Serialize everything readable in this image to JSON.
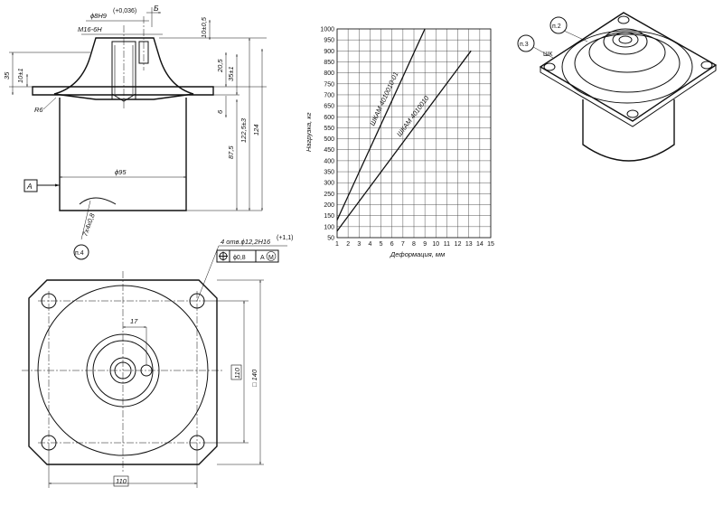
{
  "drawing": {
    "side_view": {
      "dims": {
        "phi8": "ϕ8H9",
        "phi8_tol": "(+0,036)",
        "b_label": "Б",
        "m16": "М16-6Н",
        "d35": "35",
        "d10_left": "10±1",
        "d10_top": "10±0,5",
        "d205": "20,5",
        "d35r": "35±1",
        "d6": "6",
        "d875": "87,5",
        "d1225": "122,5±3",
        "d124": "124",
        "r6": "R6",
        "phi95": "ϕ95",
        "a_label": "А",
        "bottom_mark": "7х4х0,8",
        "callout_p4": "п.4"
      }
    },
    "top_view": {
      "note_main": "4 отв.ϕ12,2Н16",
      "note_sup": "(+1,1)",
      "frame_tol": "ϕ0,8",
      "frame_ref": "А",
      "frame_mod": "M",
      "d17": "17",
      "d110_v": "110",
      "d140": "□ 140",
      "d110_h": "110"
    },
    "iso_view": {
      "callout_p2": "п.2",
      "callout_p3": "п.3",
      "small_text": "ШК"
    }
  },
  "chart_data": {
    "type": "line",
    "xlabel": "Деформация, мм",
    "ylabel": "Нагрузка, кг",
    "x_ticks": [
      1,
      2,
      3,
      4,
      5,
      6,
      7,
      8,
      9,
      10,
      11,
      12,
      13,
      14,
      15
    ],
    "y_ticks": [
      50,
      100,
      150,
      200,
      250,
      300,
      350,
      400,
      450,
      500,
      550,
      600,
      650,
      700,
      750,
      800,
      850,
      900,
      950,
      1000
    ],
    "xlim": [
      1,
      15
    ],
    "ylim": [
      50,
      1000
    ],
    "grid": true,
    "series": [
      {
        "name": "ШКАМ 4010010-01",
        "x": [
          1,
          9
        ],
        "y": [
          130,
          1000
        ]
      },
      {
        "name": "ШКАМ 4010010",
        "x": [
          1,
          13.2
        ],
        "y": [
          80,
          900
        ]
      }
    ]
  }
}
